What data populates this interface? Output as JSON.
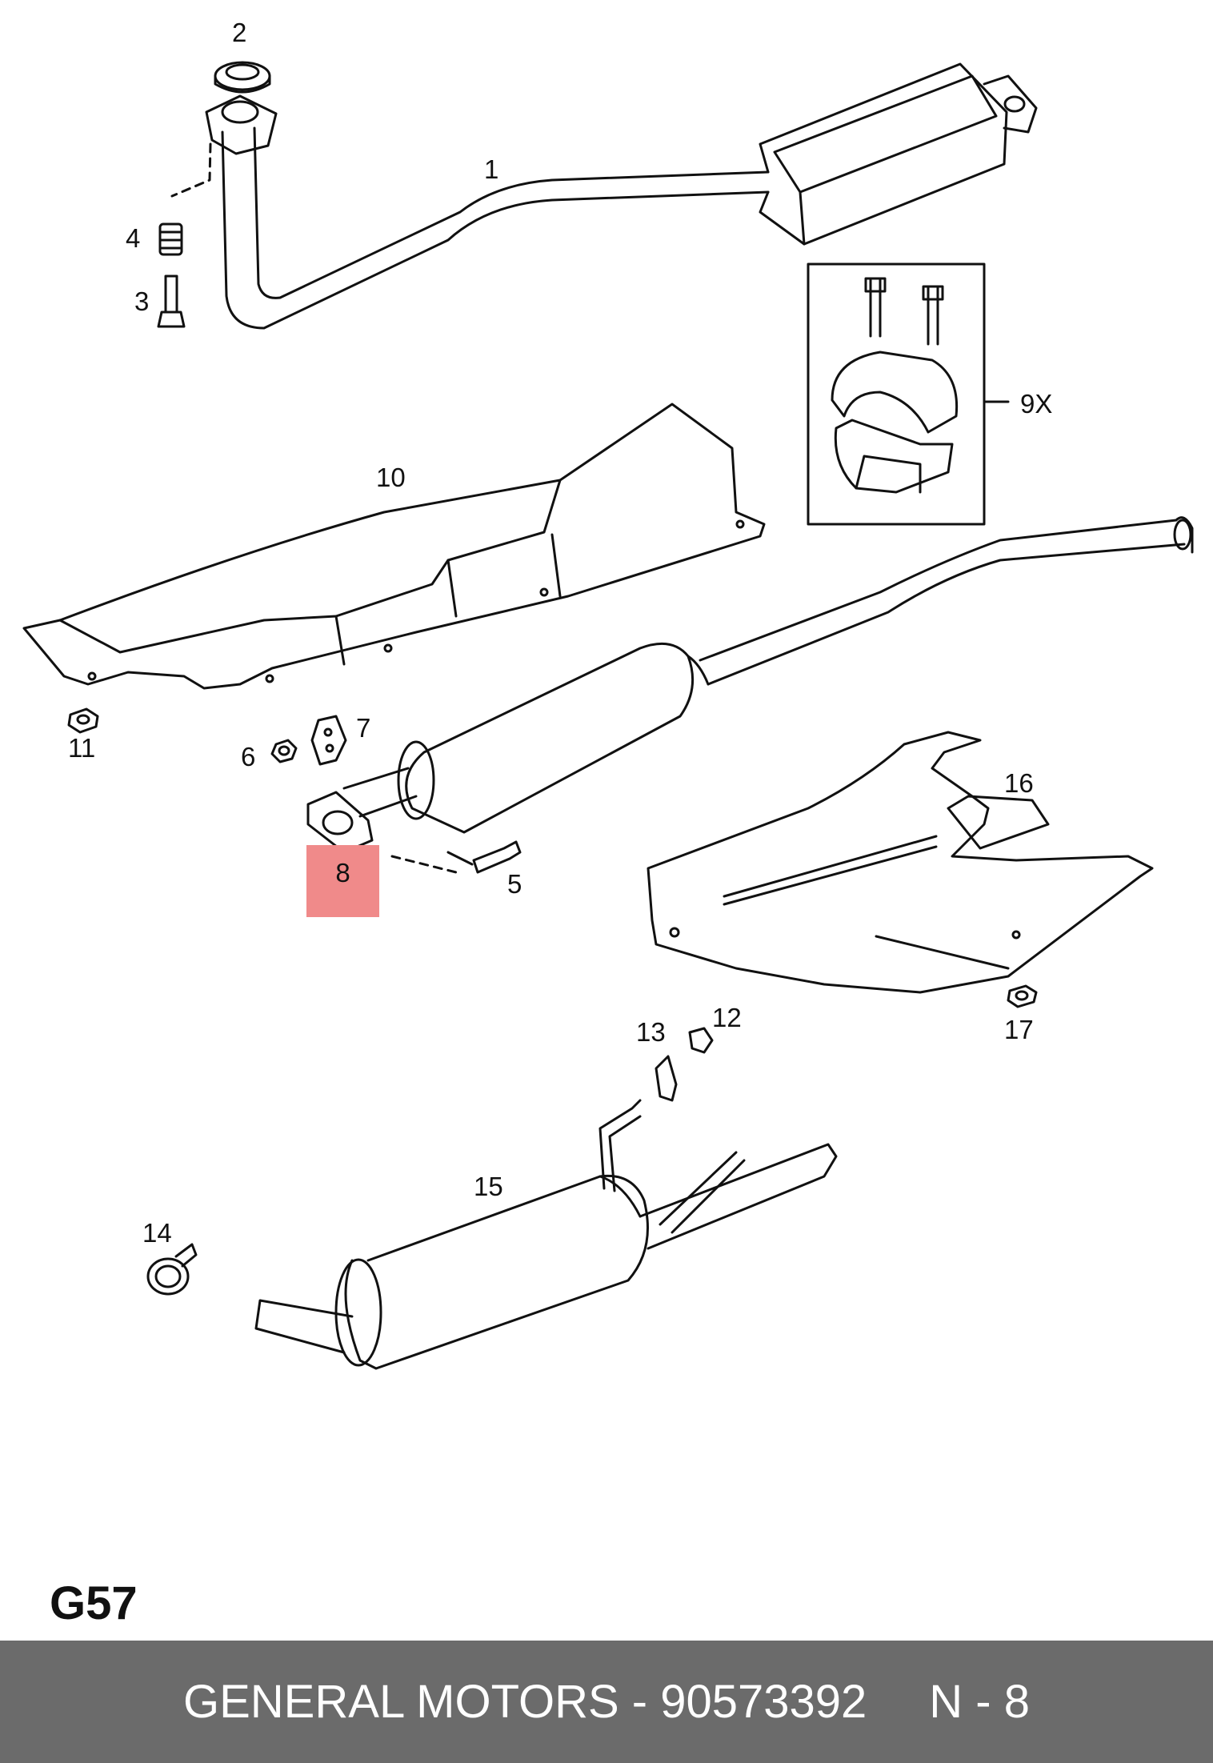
{
  "diagram": {
    "sheet_code": "G57",
    "highlight_color": "#f08a8a",
    "line_color": "#111111",
    "parts": [
      {
        "ref": "1"
      },
      {
        "ref": "2"
      },
      {
        "ref": "3"
      },
      {
        "ref": "4"
      },
      {
        "ref": "5"
      },
      {
        "ref": "6"
      },
      {
        "ref": "7"
      },
      {
        "ref": "8",
        "highlighted": true
      },
      {
        "ref": "9X"
      },
      {
        "ref": "10"
      },
      {
        "ref": "11"
      },
      {
        "ref": "12"
      },
      {
        "ref": "13"
      },
      {
        "ref": "14"
      },
      {
        "ref": "15"
      },
      {
        "ref": "16"
      },
      {
        "ref": "17"
      }
    ]
  },
  "footer": {
    "brand": "GENERAL MOTORS",
    "separator": "-",
    "part_number": "90573392",
    "position": "N - 8",
    "background": "#6b6b6b"
  }
}
